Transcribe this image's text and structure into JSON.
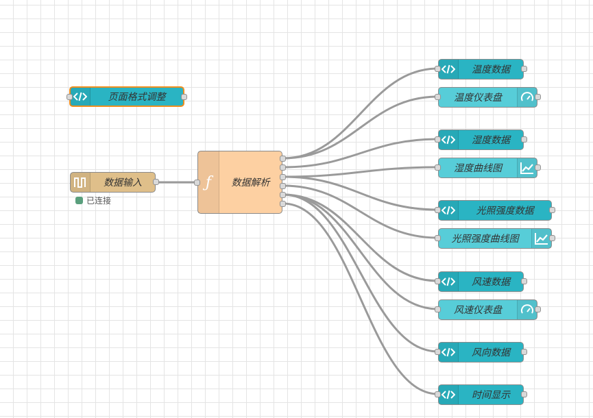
{
  "nodes": {
    "page_format": {
      "label": "页面格式调整",
      "icon": "template-icon"
    },
    "data_input": {
      "label": "数据输入",
      "icon": "serial-icon",
      "status": "已连接",
      "status_color": "#5a9f7d"
    },
    "data_parse": {
      "label": "数据解析",
      "icon": "function-icon"
    },
    "outputs": [
      {
        "label": "温度数据",
        "icon": "template-icon",
        "kind": "template"
      },
      {
        "label": "温度仪表盘",
        "icon": "gauge-icon",
        "kind": "gauge"
      },
      {
        "label": "湿度数据",
        "icon": "template-icon",
        "kind": "template"
      },
      {
        "label": "湿度曲线图",
        "icon": "chart-icon",
        "kind": "chart"
      },
      {
        "label": "光照强度数据",
        "icon": "template-icon",
        "kind": "template"
      },
      {
        "label": "光照强度曲线图",
        "icon": "chart-icon",
        "kind": "chart"
      },
      {
        "label": "风速数据",
        "icon": "template-icon",
        "kind": "template"
      },
      {
        "label": "风速仪表盘",
        "icon": "gauge-icon",
        "kind": "gauge"
      },
      {
        "label": "风向数据",
        "icon": "template-icon",
        "kind": "template"
      },
      {
        "label": "时间显示",
        "icon": "template-icon",
        "kind": "template"
      }
    ]
  },
  "colors": {
    "template_node": "#2ab4c3",
    "dashboard_node": "#57cdd8",
    "input_node": "#dfbf8a",
    "function_node": "#fdd0a2",
    "selected_border": "#ef8e1e",
    "wire": "#9a9a9a"
  }
}
